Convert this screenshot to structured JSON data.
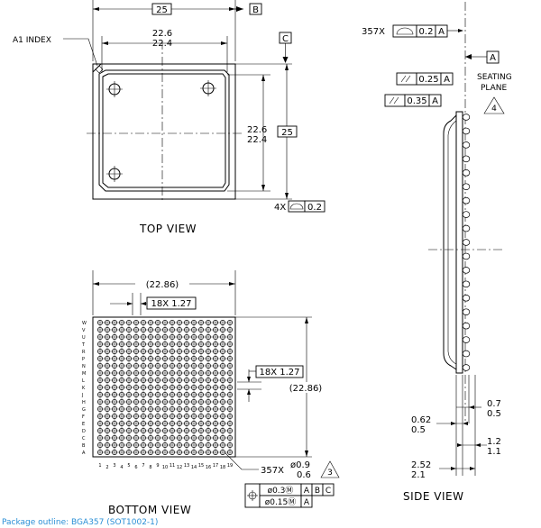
{
  "top_view": {
    "label": "TOP VIEW",
    "a1_index": "A1 INDEX",
    "width": "25",
    "datum_b": "B",
    "inner_w_max": "22.6",
    "inner_w_min": "22.4",
    "datum_c": "C",
    "height": "25",
    "inner_h_max": "22.6",
    "inner_h_min": "22.4",
    "flat_count": "4X",
    "flat_tol": "0.2"
  },
  "side_view": {
    "label": "SIDE VIEW",
    "profile_count": "357X",
    "profile_tol": "0.2",
    "profile_datum": "A",
    "datum_a": "A",
    "seating_1": "SEATING",
    "seating_2": "PLANE",
    "note_4": "4",
    "par1_tol": "0.25",
    "par1_datum": "A",
    "par2_tol": "0.35",
    "par2_datum": "A",
    "ball_h_max": "0.7",
    "ball_h_min": "0.5",
    "stand_max": "0.62",
    "stand_min": "0.5",
    "sub_max": "1.2",
    "sub_min": "1.1",
    "total_max": "2.52",
    "total_min": "2.1"
  },
  "bottom_view": {
    "label": "BOTTOM VIEW",
    "width": "(22.86)",
    "pitch_x": "18X 1.27",
    "pitch_y": "18X 1.27",
    "height": "(22.86)",
    "ball_count": "357X",
    "ball_dia_max": "ø0.9",
    "ball_dia_min": "0.6",
    "note_3": "3",
    "pos1_tol": "ø0.3Ⓜ",
    "pos1_d1": "A",
    "pos1_d2": "B",
    "pos1_d3": "C",
    "pos2_tol": "ø0.15Ⓜ",
    "pos2_d1": "A",
    "row_labels": [
      "W",
      "V",
      "U",
      "T",
      "R",
      "P",
      "N",
      "M",
      "L",
      "K",
      "J",
      "H",
      "G",
      "F",
      "E",
      "D",
      "C",
      "B",
      "A"
    ],
    "col_labels": [
      "1",
      "2",
      "3",
      "4",
      "5",
      "6",
      "7",
      "8",
      "9",
      "10",
      "11",
      "12",
      "13",
      "14",
      "15",
      "16",
      "17",
      "18",
      "19"
    ]
  },
  "caption": "Package outline: BGA357 (SOT1002-1)"
}
